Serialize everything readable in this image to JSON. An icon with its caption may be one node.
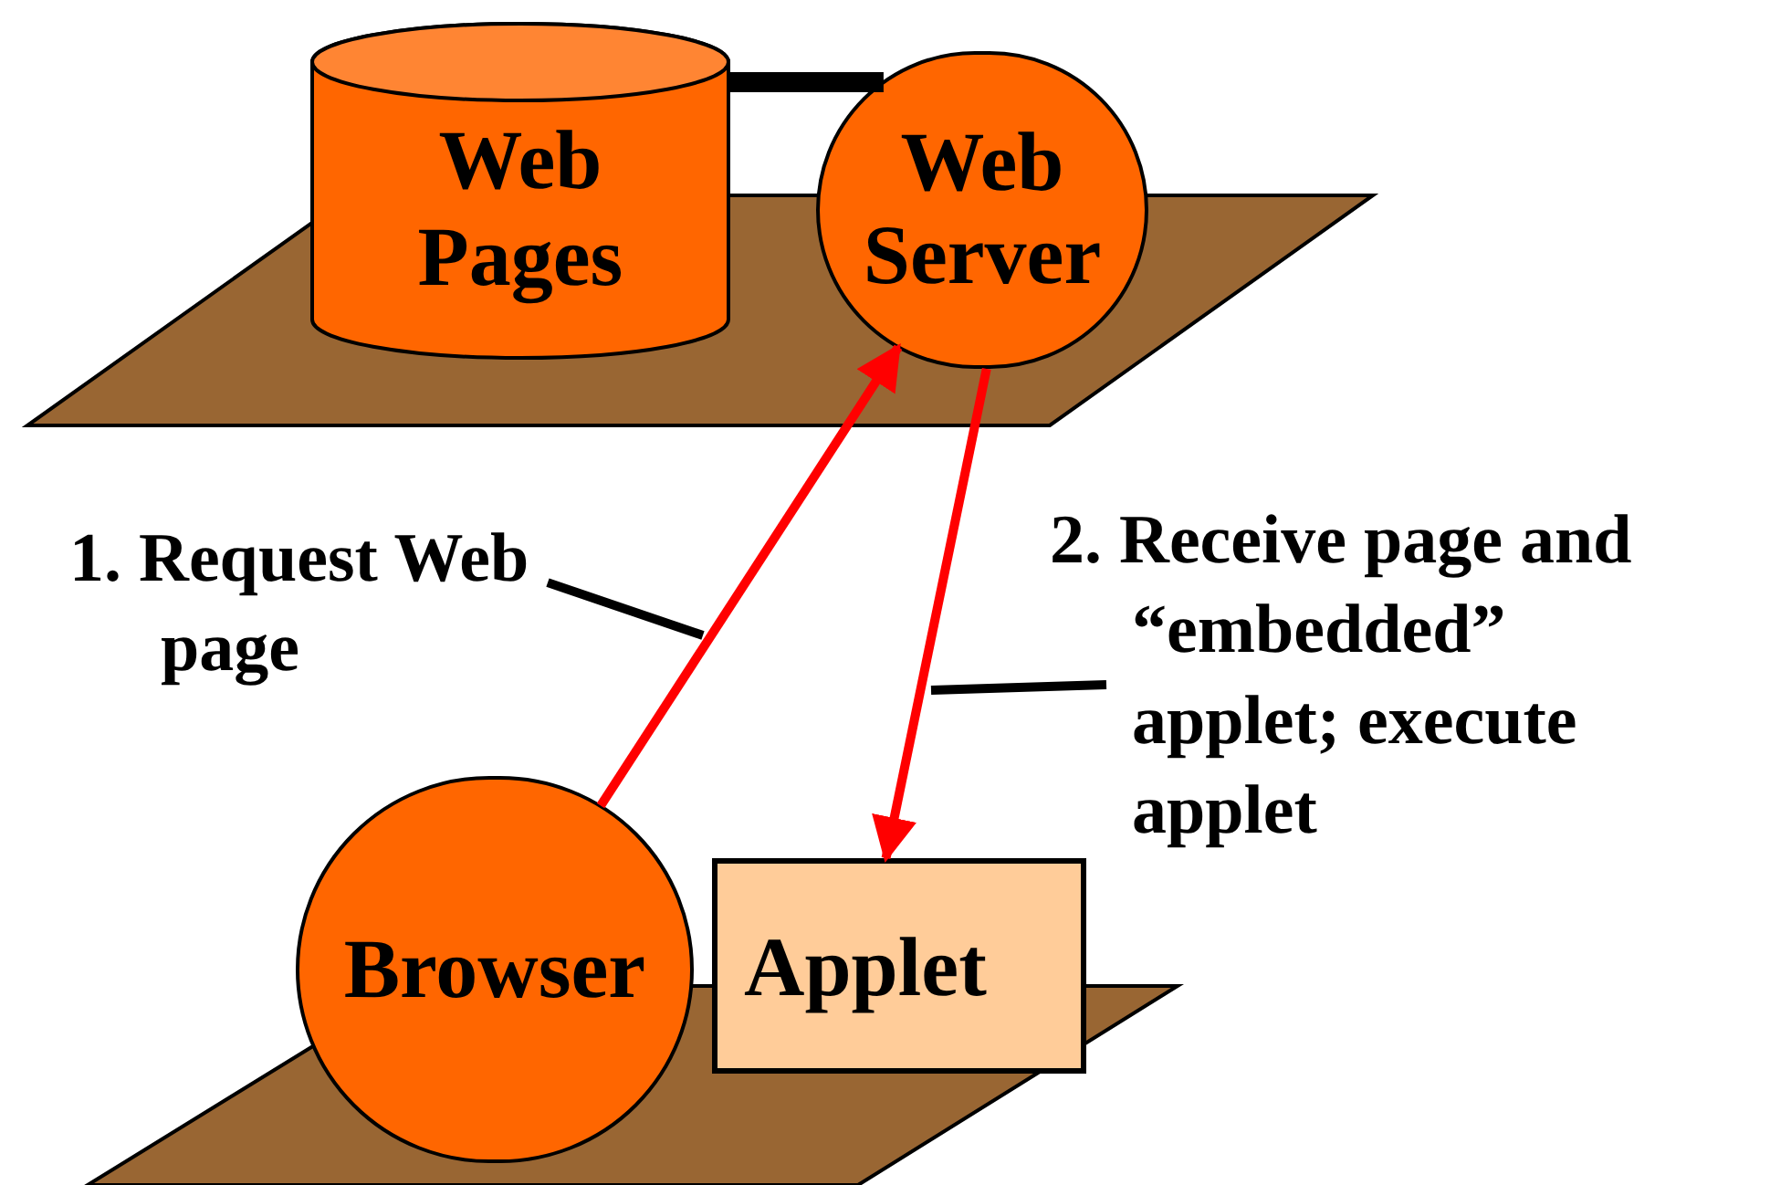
{
  "diagram": {
    "nodes": [
      {
        "text": [
          "Web Pages"
        ]
      },
      {
        "text": [
          "Web Server"
        ]
      },
      {
        "text": [
          "1. Request Web page"
        ]
      },
      {
        "text": [
          "2. Receive page and “embedded” applet; execute applet"
        ]
      },
      {
        "text": [
          "Browser"
        ]
      },
      {
        "text": [
          "Applet"
        ]
      }
    ],
    "edges": [
      {
        "from": 0,
        "to": 1,
        "arrow": "none",
        "style": "thick"
      },
      {
        "from": 4,
        "to": 1,
        "arrow": "to",
        "color": "#ff0000"
      },
      {
        "from": 1,
        "to": 5,
        "arrow": "to",
        "color": "#ff0000"
      },
      {
        "from": 2,
        "to": null,
        "arrow": "none"
      },
      {
        "from": 3,
        "to": null,
        "arrow": "none"
      }
    ]
  }
}
